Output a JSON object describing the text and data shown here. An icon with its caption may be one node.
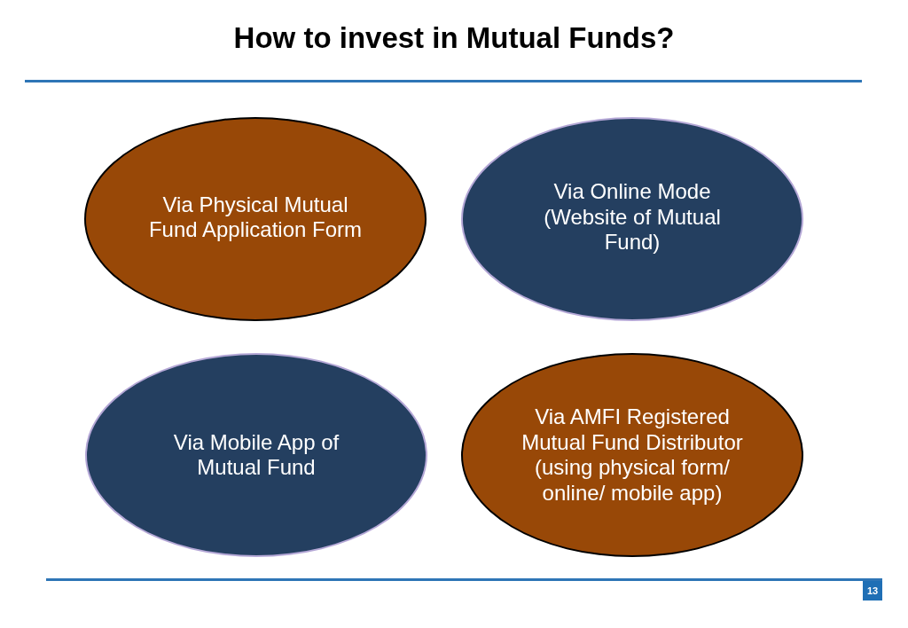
{
  "diagram": {
    "title": "How to invest in Mutual Funds?",
    "nodes": [
      {
        "text": [
          "Via Physical Mutual Fund Application Form"
        ]
      },
      {
        "text": [
          "Via Online Mode (Website of Mutual Fund)"
        ]
      },
      {
        "text": [
          "Via Mobile App of Mutual Fund"
        ]
      },
      {
        "text": [
          "Via AMFI Registered Mutual Fund Distributor (using physical form/ online/ mobile app)"
        ]
      }
    ],
    "labels": [
      "13"
    ]
  }
}
